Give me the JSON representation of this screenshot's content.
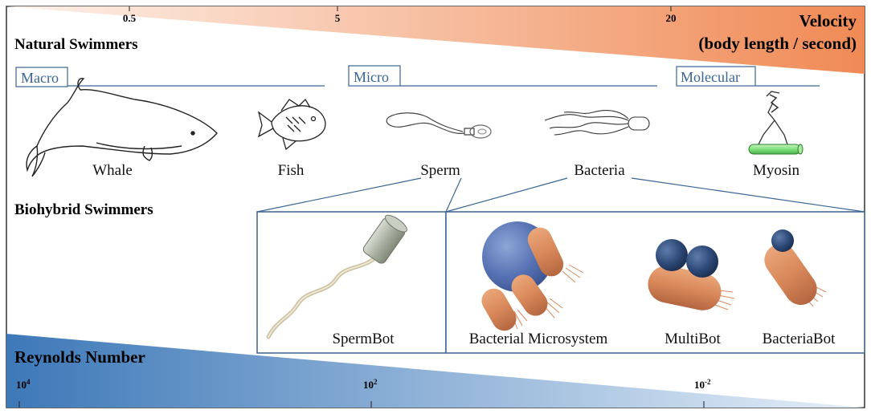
{
  "velocity": {
    "title_line1": "Velocity",
    "title_line2": "(body length / second)",
    "ticks": [
      "0.5",
      "5",
      "20"
    ]
  },
  "natural": {
    "heading": "Natural Swimmers",
    "categories": [
      "Macro",
      "Micro",
      "Molecular"
    ],
    "organisms": [
      "Whale",
      "Fish",
      "Sperm",
      "Bacteria",
      "Myosin"
    ]
  },
  "biohybrid": {
    "heading": "Biohybrid  Swimmers",
    "robots": [
      "SpermBot",
      "Bacterial  Microsystem",
      "MultiBot",
      "BacteriaBot"
    ]
  },
  "reynolds": {
    "title": "Reynolds Number",
    "ticks": [
      {
        "base": "10",
        "exp": "4"
      },
      {
        "base": "10",
        "exp": "2"
      },
      {
        "base": "10",
        "exp": "-2"
      }
    ]
  },
  "colors": {
    "velocity_gradient_start": "#fdf1ea",
    "velocity_gradient_end": "#f08a55",
    "reynolds_gradient_start": "#3d78b8",
    "reynolds_gradient_end": "#e6eff8",
    "category_blue": "#3a6494",
    "cell_orange": "#d9885a",
    "sphere_blue": "#2e4a78"
  }
}
